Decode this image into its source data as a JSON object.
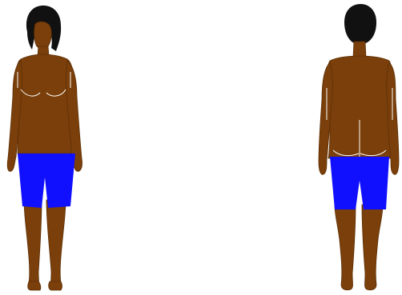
{
  "colors": {
    "background": "#ffffff",
    "skin": "#7a3f0a",
    "skin_outline": "#5e2f06",
    "hair": "#111111",
    "shorts": "#1010ff",
    "highlight": "#ffffff"
  },
  "figures": [
    {
      "view": "front",
      "garment": "shorts"
    },
    {
      "view": "back",
      "garment": "shorts"
    }
  ]
}
